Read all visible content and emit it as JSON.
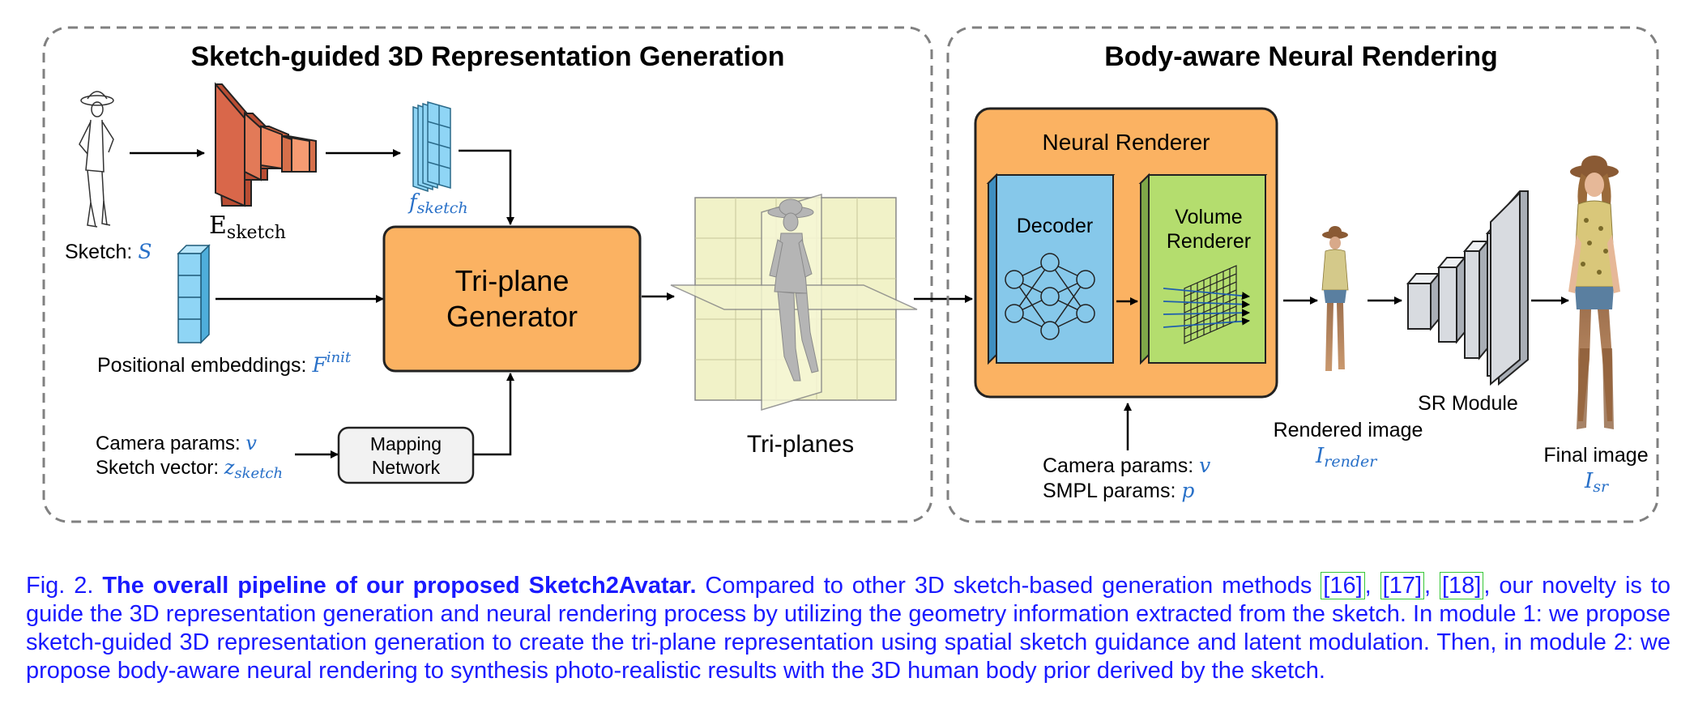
{
  "module1": {
    "title": "Sketch-guided 3D Representation Generation",
    "sketch_label": "Sketch: ",
    "sketch_symbol": "S",
    "encoder_main": "E",
    "encoder_sub": "sketch",
    "feature_main": "f",
    "feature_sub": "sketch",
    "posemb_label": "Positional embeddings: ",
    "posemb_main": "F",
    "posemb_sup": "init",
    "generator_line1": "Tri-plane",
    "generator_line2": "Generator",
    "camera_label": "Camera params: ",
    "camera_symbol": "v",
    "sketchvec_label": "Sketch vector: ",
    "sketchvec_main": "z",
    "sketchvec_sub": "sketch",
    "mapping_line1": "Mapping",
    "mapping_line2": "Network",
    "triplanes_label": "Tri-planes"
  },
  "module2": {
    "title": "Body-aware Neural Rendering",
    "renderer_title": "Neural Renderer",
    "decoder_label": "Decoder",
    "volume_line1": "Volume",
    "volume_line2": "Renderer",
    "camera_label": "Camera params: ",
    "camera_symbol": "v",
    "smpl_label": "SMPL params: ",
    "smpl_symbol": "p",
    "rendered_label": "Rendered image",
    "rendered_main": "I",
    "rendered_sub": "render",
    "sr_label": "SR Module",
    "final_label": "Final image",
    "final_main": "I",
    "final_sub": "sr"
  },
  "caption": {
    "fig": "Fig. 2. ",
    "title": "The overall pipeline of our proposed Sketch2Avatar.",
    "text1": " Compared to other 3D sketch-based generation methods ",
    "ref1": "[16]",
    "sep1": ", ",
    "ref2": "[17]",
    "sep2": ", ",
    "ref3": "[18]",
    "text2": ", our novelty is to guide the 3D representation generation and neural rendering process by utilizing the geometry information extracted from the sketch. In module 1: we propose sketch-guided 3D representation generation to create the tri-plane representation using spatial sketch guidance and latent modulation. Then, in module 2: we propose body-aware neural rendering to synthesis photo-realistic results with the 3D human body prior derived by the sketch."
  },
  "colors": {
    "dashed_border": "#808080",
    "generator_fill": "#fbb262",
    "encoder_fill": "#d9674a",
    "feature_fill": "#8fd5f5",
    "decoder_fill": "#86c8ea",
    "volume_fill": "#b4dd6e",
    "triplane_fill": "#f1f2c8",
    "sr_fill": "#d8dbe0",
    "math_blue": "#2870c8",
    "caption_blue": "#1a1aff"
  }
}
